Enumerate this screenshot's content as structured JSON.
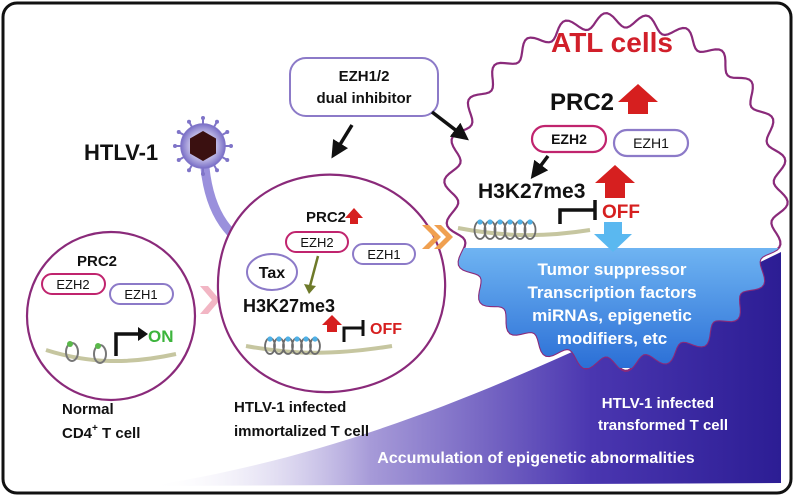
{
  "top": {
    "inhibitor_line1": "EZH1/2",
    "inhibitor_line2": "dual inhibitor",
    "virus": "HTLV-1",
    "atl_title": "ATL cells"
  },
  "normal_cell": {
    "prc2": "PRC2",
    "ezh2": "EZH2",
    "ezh1": "EZH1",
    "state": "ON",
    "caption_line1": "Normal",
    "caption_line2_main": "CD4",
    "caption_line2_sup": "+",
    "caption_line2_rest": " T cell"
  },
  "immortalized_cell": {
    "prc2": "PRC2",
    "ezh2": "EZH2",
    "ezh1": "EZH1",
    "tax": "Tax",
    "mark": "H3K27me3",
    "state": "OFF",
    "caption_line1": "HTLV-1 infected",
    "caption_line2": "immortalized T cell"
  },
  "atl_cell": {
    "prc2": "PRC2",
    "ezh2": "EZH2",
    "ezh1": "EZH1",
    "mark": "H3K27me3",
    "state": "OFF",
    "targets": [
      "Tumor suppressor",
      "Transcription factors",
      "miRNAs, epigenetic",
      "modifiers, etc"
    ],
    "caption_line1": "HTLV-1 infected",
    "caption_line2": "transformed T cell"
  },
  "bottom_banner": "Accumulation of epigenetic abnormalities",
  "colors": {
    "cell_border": "#8a2a7a",
    "ezh2_border": "#c0246e",
    "ezh1_border": "#8c7ac8",
    "arrow_up": "#d61f1f",
    "off_text": "#d61f1f",
    "on_text": "#3cb43c",
    "banner_blue": "#3b8fe0",
    "banner_purple": "#3d2ca8",
    "atl_title": "#d11f2a"
  }
}
